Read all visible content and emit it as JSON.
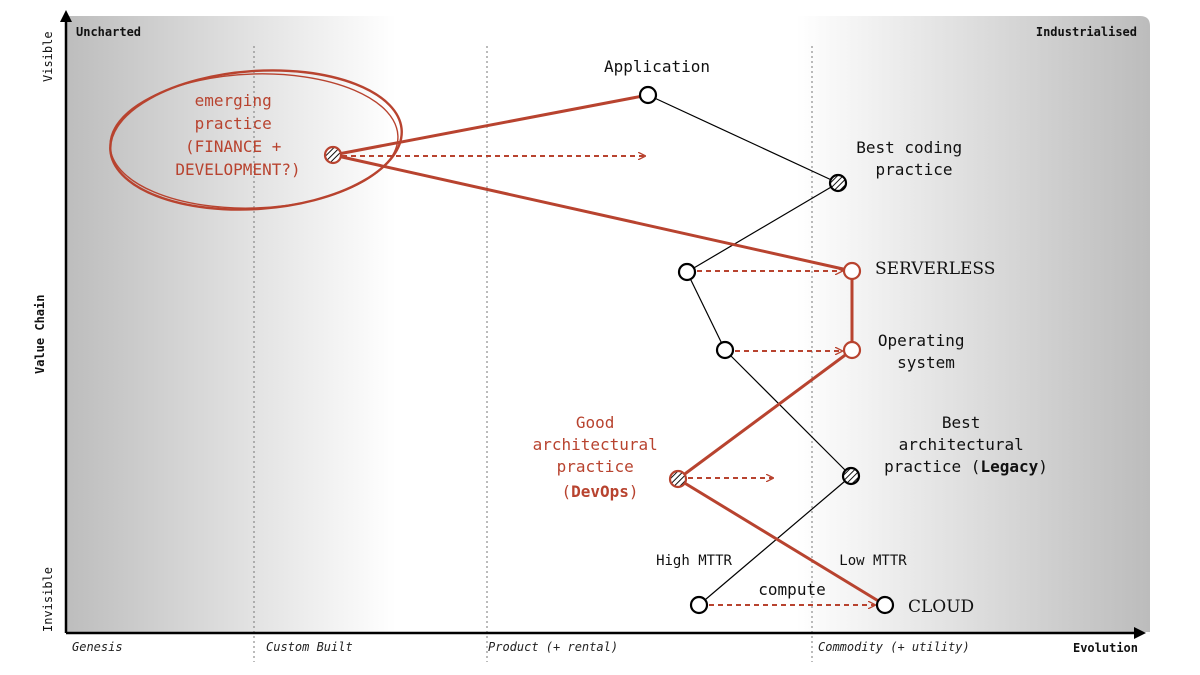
{
  "corners": {
    "top_left": "Uncharted",
    "top_right": "Industrialised"
  },
  "y_axis": {
    "title": "Value Chain",
    "top": "Visible",
    "bottom": "Invisible"
  },
  "x_axis": {
    "title": "Evolution",
    "stages": [
      "Genesis",
      "Custom Built",
      "Product (+ rental)",
      "Commodity (+ utility)"
    ]
  },
  "labels": {
    "application": "Application",
    "best_coding": [
      "Best coding",
      "practice"
    ],
    "serverless": "SERVERLESS",
    "operating_system": [
      "Operating",
      "system"
    ],
    "best_arch": {
      "line1": "Best",
      "line2": "architectural",
      "line3_pre": "practice (",
      "line3_bold": "Legacy",
      "line3_post": ")"
    },
    "good_arch": {
      "line1": "Good",
      "line2": "architectural",
      "line3": "practice",
      "line4_pre": "(",
      "line4_bold": "DevOps",
      "line4_post": ")"
    },
    "emerging": [
      "emerging",
      "practice",
      "(FINANCE +",
      "DEVELOPMENT?)"
    ],
    "high_mttr": "High MTTR",
    "low_mttr": "Low MTTR",
    "compute": "compute",
    "cloud": "CLOUD"
  },
  "colors": {
    "accent": "#b8432f",
    "ink": "#111111",
    "shade": "#bfbfbf"
  }
}
